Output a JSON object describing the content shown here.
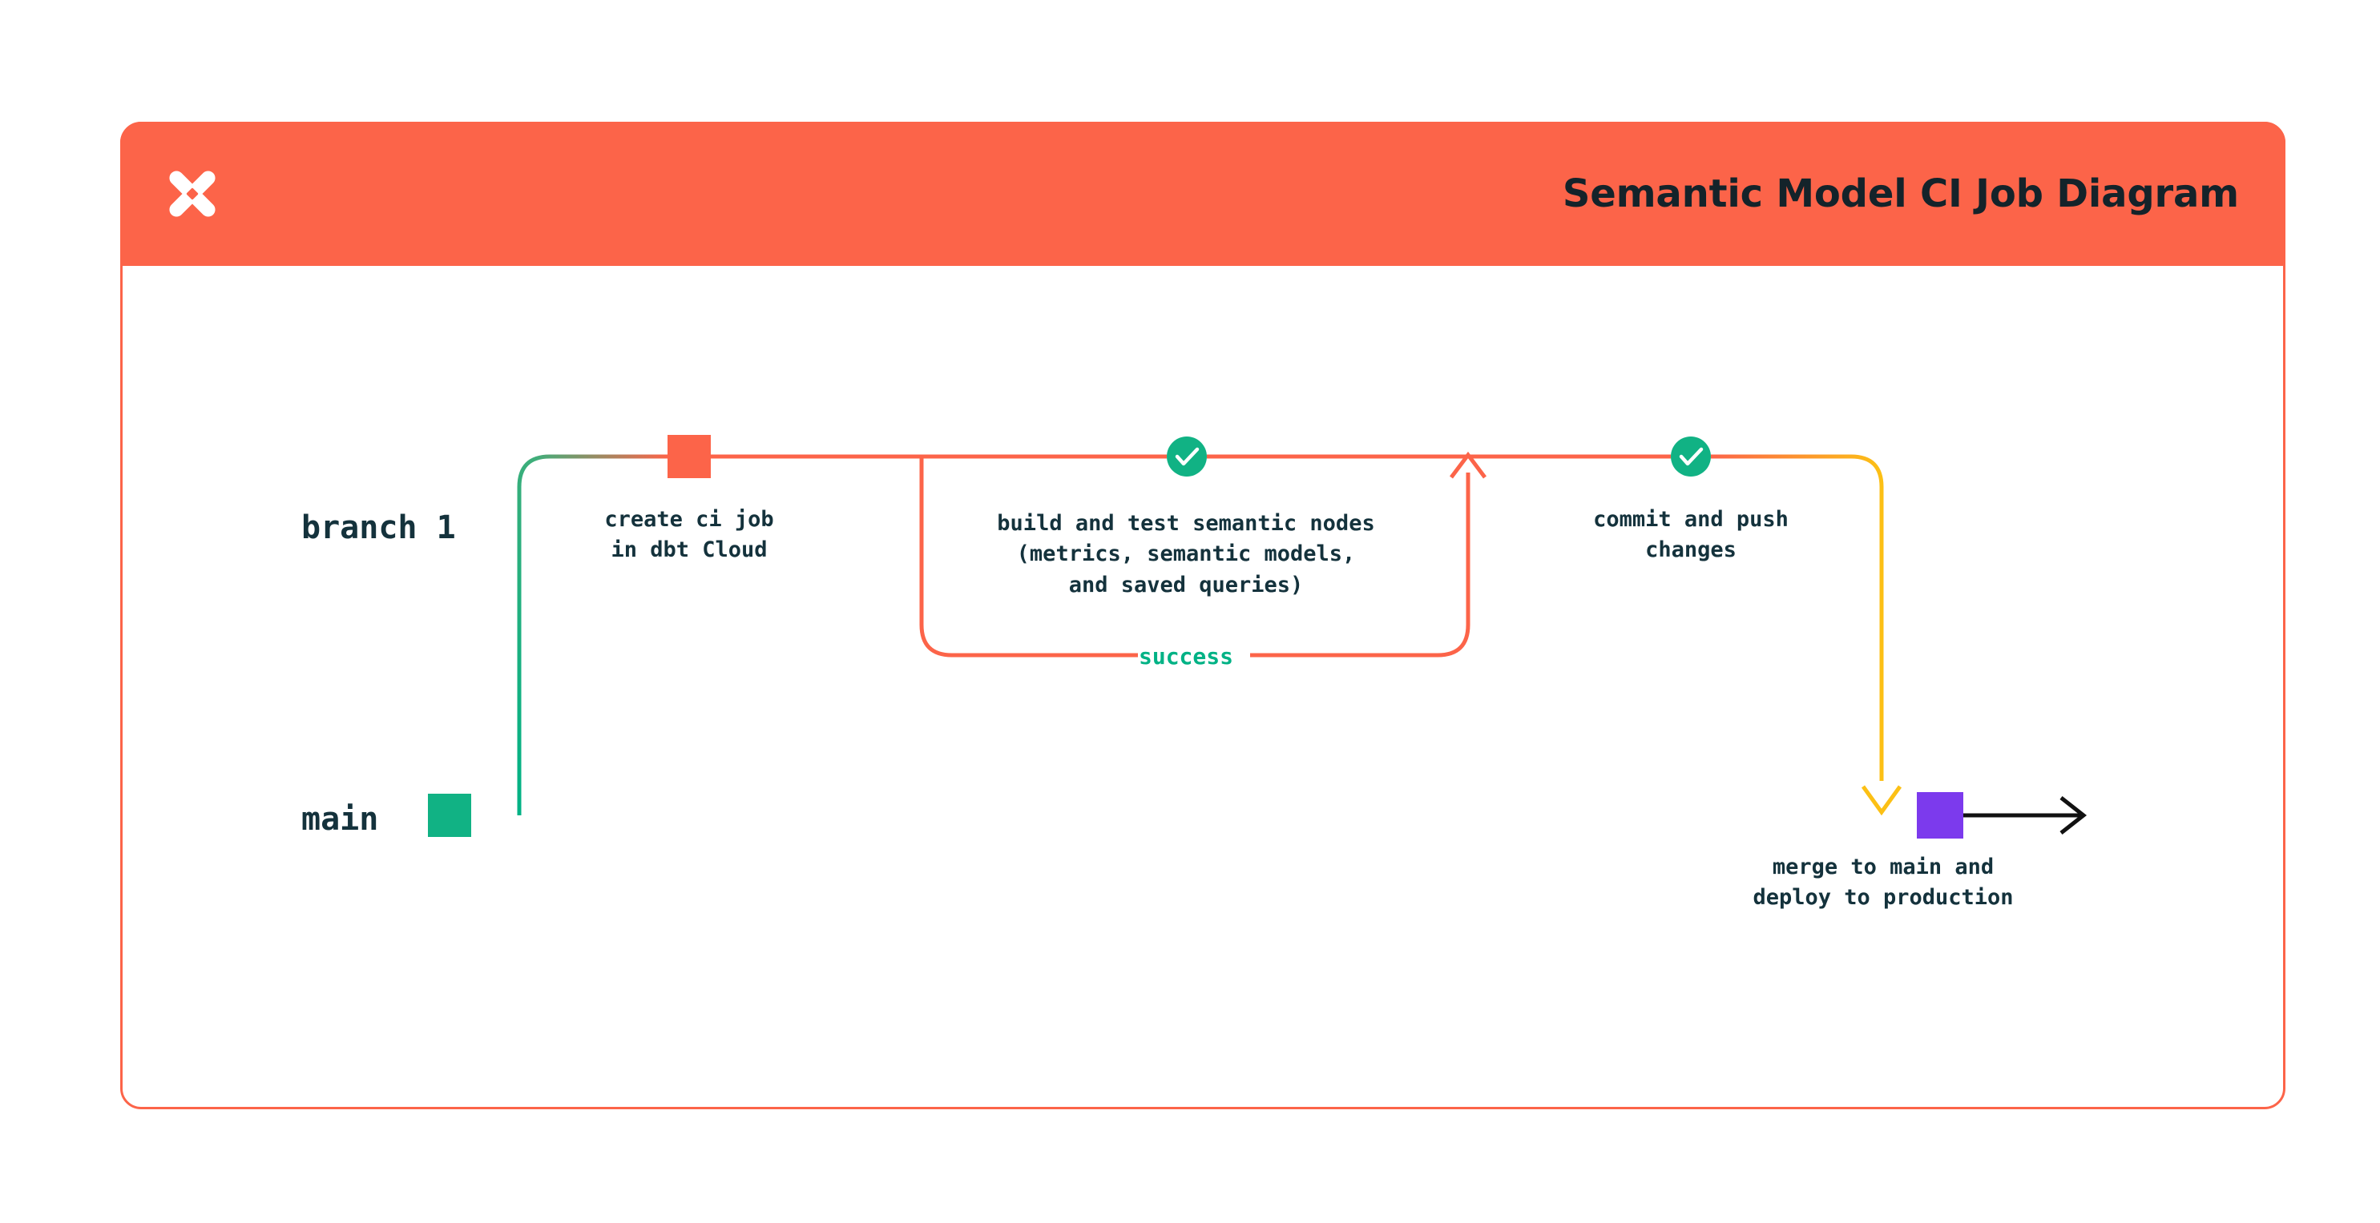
{
  "header": {
    "title": "Semantic Model CI Job Diagram",
    "logo_icon": "dbt-logo-icon",
    "background_color": "#fc6449",
    "title_color": "#14232a"
  },
  "diagram": {
    "type": "git-branch-flow",
    "lanes": [
      {
        "id": "branch",
        "label": "branch 1",
        "color": "#fc6449"
      },
      {
        "id": "main",
        "label": "main",
        "color": "#00b285"
      }
    ],
    "nodes": [
      {
        "id": "create-ci-job",
        "shape": "square",
        "color": "#fc6449",
        "lane": "branch",
        "label": "create ci job\nin dbt Cloud"
      },
      {
        "id": "build-and-test",
        "shape": "check-circle",
        "color": "#11b284",
        "icon": "check-icon",
        "lane": "branch",
        "label": "build and test semantic nodes\n(metrics, semantic models,\nand saved queries)"
      },
      {
        "id": "commit-and-push",
        "shape": "check-circle",
        "color": "#11b284",
        "icon": "check-icon",
        "lane": "branch",
        "label": "commit and push\nchanges"
      },
      {
        "id": "merge-to-main",
        "shape": "square",
        "color": "#7c3aed",
        "lane": "main",
        "label": "merge to main and\ndeploy to production"
      }
    ],
    "edges": [
      {
        "id": "success-loop",
        "label": "success",
        "label_color": "#00b285",
        "color": "#fc6449",
        "from": "build-and-test",
        "to": "build-and-test",
        "arrow": "up"
      },
      {
        "id": "merge-edge",
        "label": "",
        "color": "#fcc015",
        "from": "commit-and-push",
        "to": "merge-to-main",
        "arrow": "down"
      },
      {
        "id": "production-edge",
        "label": "",
        "color": "#111111",
        "from": "merge-to-main",
        "to": "",
        "arrow": "right"
      }
    ],
    "colors": {
      "orange": "#fc6449",
      "green": "#00b285",
      "yellow": "#fcc015",
      "purple": "#7c3aed",
      "black": "#111111",
      "text": "#14323c"
    }
  }
}
